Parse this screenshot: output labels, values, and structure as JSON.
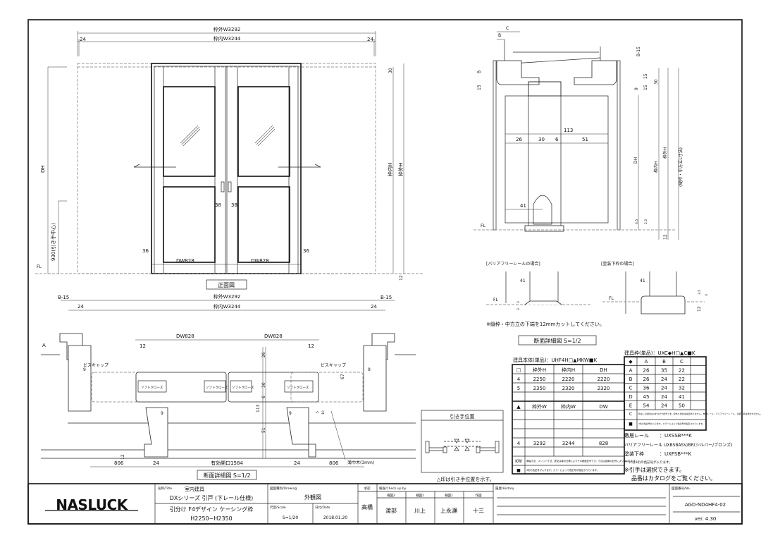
{
  "front_view": {
    "outer_w": "枠外W3292",
    "inner_w": "枠内W3244",
    "side_24": "24",
    "dh": "DH",
    "handle_height": "930(引き手中心)",
    "inner_h": "枠内H",
    "outer_h": "枠外H",
    "top_30": "30",
    "bottom_12": "12",
    "stile_36": "36",
    "handle_38": "38",
    "door_w": "DW828",
    "fl": "FL",
    "caption": "正面図"
  },
  "plan_section": {
    "b15": "B-15",
    "outer_w": "枠外W3292",
    "inner_w": "枠内W3244",
    "side_24": "24",
    "door_w": "DW828",
    "dim_12": "12",
    "dim_a": "A",
    "dim_9": "9",
    "screw_cap": "ビスキャップ",
    "soft_close": "ソフトクローズ",
    "dim_26": "26",
    "dim_30": "30",
    "dim_6": "6",
    "dim_113": "113",
    "dim_51": "51",
    "dim_67": "67",
    "dim_5": "5",
    "dim_10": "10",
    "shim": "薄巾木(3mm)",
    "dim_806": "806",
    "opening": "有効開口1584",
    "caption": "断面詳細図 S=1/2"
  },
  "vertical_section": {
    "c": "C",
    "b": "B",
    "b15": "B-15",
    "dim_15": "15",
    "dim_9": "9",
    "dim_30": "30",
    "dim_113": "113",
    "dim_26": "26",
    "dim_6": "6",
    "dim_51": "51",
    "dim_41": "41",
    "dim_35": "3.5",
    "dim_25": "2.5",
    "dim_12": "12",
    "dim_3": "3",
    "dh": "DH",
    "inner_h": "枠内H",
    "outer_h": "枠外H",
    "note_h": "(縦枠・中方立L寸法)",
    "fl": "FL",
    "barrier_free": "[バリアフリーレールの場合]",
    "painted_sill": "[塗装下枠の場合]",
    "cut_note": "※縦枠・中方立の下端を12mmカットしてください。",
    "caption": "断面詳細図 S=1/2"
  },
  "handle_position": {
    "title": "引き手位置",
    "note": "△印は引き手位置を示す。"
  },
  "door_table": {
    "title": "建具本体(単品)：UHF4H□▲MKW■K",
    "h_header": [
      "□",
      "枠外H",
      "枠内H",
      "DH"
    ],
    "h_rows": [
      [
        "4",
        "2250",
        "2220",
        "2220"
      ],
      [
        "5",
        "2350",
        "2320",
        "2320"
      ],
      [
        "",
        "",
        "",
        ""
      ]
    ],
    "w_header": [
      "▲",
      "枠外W",
      "枠内W",
      "DW"
    ],
    "w_rows": [
      [
        "",
        "",
        "",
        ""
      ],
      [
        "",
        "",
        "",
        ""
      ],
      [
        "",
        "",
        "",
        ""
      ],
      [
        "4",
        "3292",
        "3244",
        "828"
      ],
      [
        "",
        "",
        "",
        ""
      ]
    ],
    "notes": [
      [
        "KW",
        "扉幅寸法、スリット寸法、表記は扉の仕様によりその都度記号です。寸法は品番の記号により変わります。"
      ],
      [
        "■",
        "3桁の色記号が入ります。カラーによって色記号が指定されています。"
      ]
    ]
  },
  "frame_table": {
    "title": "建具枠(単品)：UXC◆H□▲C■K",
    "header": [
      "◆",
      "A",
      "B",
      "C",
      ""
    ],
    "rows": [
      [
        "A",
        "26",
        "35",
        "22",
        ""
      ],
      [
        "B",
        "26",
        "24",
        "22",
        ""
      ],
      [
        "C",
        "36",
        "24",
        "32",
        ""
      ],
      [
        "D",
        "45",
        "24",
        "41",
        ""
      ],
      [
        "E",
        "54",
        "24",
        "50",
        ""
      ]
    ],
    "notes": [
      [
        "C",
        "枠なしの場合はCを付けず記号です。枠あり場合は指定ありません。敷居レール、バリアフリーレール、塗装下枠は含まれません。"
      ],
      [
        "■",
        "3桁の色記号が入ります。カラーによって色記号が指定されています。"
      ]
    ],
    "parts": [
      [
        "敷居レール",
        "：UXSSB***K"
      ],
      [
        "バリアフリーレール",
        "：UXBSBASV/BR(シルバー/ブロンズ)"
      ],
      [
        "塗装下枠",
        "：UXFSB***K"
      ]
    ],
    "color_note": "***には3桁の色記号が入ります。",
    "handle_note": "※引手は選択できます。",
    "catalog_note": "品番はカタログをご覧ください。"
  },
  "title_block": {
    "logo": "NASLUCK",
    "title_label": "名称/Title",
    "title1": "室内建具",
    "title2": "DXシリーズ 引戸 (下レール仕様)",
    "title3": "引分け F4デザイン ケーシング枠",
    "title4": "H2250~H2350",
    "drawing_label": "図面種別/Drawing",
    "drawing": "外観図",
    "scale_label": "尺度/Scale",
    "scale": "S=1/20",
    "date_label": "日付/Date",
    "date": "2018.01.20",
    "approve_label": "承認",
    "approver": "高橋",
    "check_label": "検査/Check up by",
    "checkers": [
      [
        "検図2",
        "渡部"
      ],
      [
        "検図1",
        "川上"
      ],
      [
        "検図1",
        "上永瀬"
      ],
      [
        "作図",
        "十三"
      ]
    ],
    "history_label": "履歴/History",
    "no_label": "図面番号/No.",
    "drawing_no": "AGD-ND4HF4-02",
    "version": "ver. 4.30"
  }
}
